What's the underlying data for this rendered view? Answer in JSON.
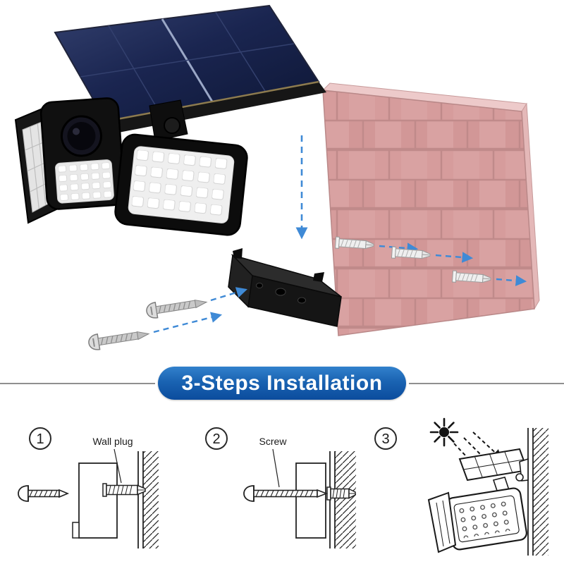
{
  "banner": {
    "title": "3-Steps Installation",
    "bg_top": "#3281cc",
    "bg_bottom": "#0b4c9d",
    "text_color": "#ffffff"
  },
  "steps": [
    {
      "number": "1",
      "label": "Wall plug"
    },
    {
      "number": "2",
      "label": "Screw"
    },
    {
      "number": "3",
      "label": ""
    }
  ],
  "colors": {
    "arrow_blue": "#3f8ad6",
    "wall_pink": "#d9a2a2",
    "wall_mortar": "#c08a8a",
    "wall_edge_light": "#edcaca",
    "solar_panel_navy": "#16224e",
    "solar_trim_gold": "#8d7b4e",
    "device_black": "#101010",
    "screw_silver": "#c9c9c9",
    "line_art": "#222222",
    "divider_gray": "#8f8f8f"
  },
  "icons": {
    "sun-icon": "starburst rays",
    "dashed-arrow-icon": "dashed line with triangular head",
    "screw-icon": "pan-head screw side view",
    "wall-plug-icon": "ribbed expansion anchor",
    "solar-panel-icon": "tilted photovoltaic grid",
    "led-head-icon": "grid of LED dots",
    "motion-sensor-icon": "dark round PIR lens",
    "brick-wall-icon": "pink brick masonry",
    "hatched-wall-icon": "double line with diagonal hatching"
  }
}
